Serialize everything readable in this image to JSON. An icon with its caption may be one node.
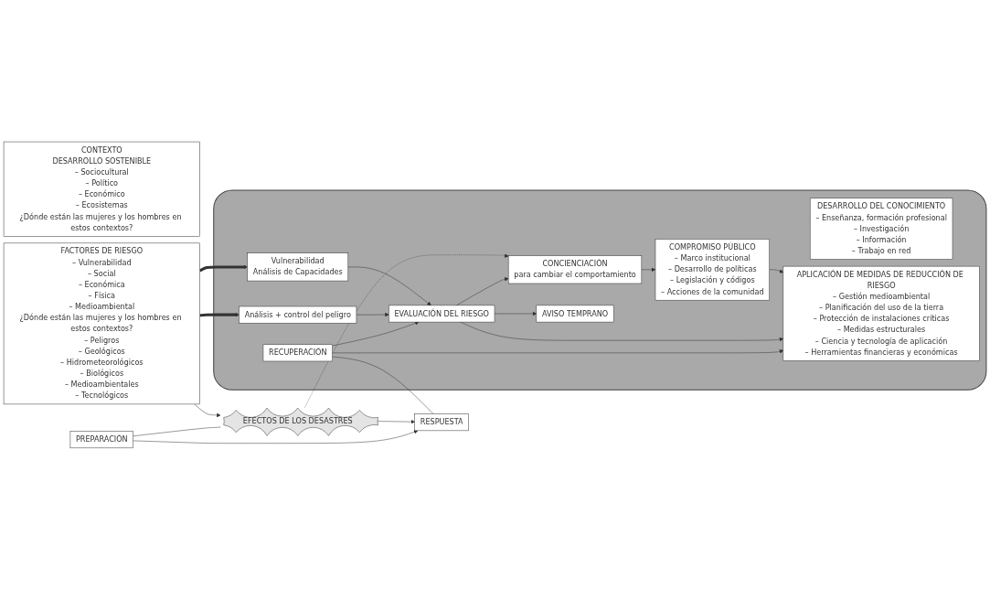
{
  "diagram": {
    "nodes": [
      {
        "text": [
          "CONTEXTO",
          "DESARROLLO SOSTENIBLE",
          "– Sociocultural",
          "– Político",
          "– Económico",
          "– Ecosistemas",
          "¿Dónde están las mujeres y los hombres en estos contextos?"
        ]
      },
      {
        "text": [
          "FACTORES DE RIESGO",
          "– Vulnerabilidad",
          "– Social",
          "– Económica",
          "– Física",
          "– Medioambiental",
          "¿Dónde están las mujeres y los hombres en estos contextos?",
          "– Peligros",
          "– Geológicos",
          "– Hidrometeorológicos",
          "– Biológicos",
          "– Medioambientales",
          "– Tecnológicos"
        ]
      },
      {
        "text": [],
        "shape": "box"
      },
      {
        "text": [
          "CONCIENCIACIÓN",
          "para cambiar el comportamiento"
        ],
        "in": 2
      },
      {
        "text": [
          "DESARROLLO DEL CONOCIMIENTO",
          "– Enseñanza, formación profesional",
          "– Investigación",
          "– Información",
          "– Trabajo en red"
        ],
        "in": 2
      },
      {
        "text": [
          "COMPROMISO PÚBLICO",
          "– Marco institucional",
          "– Desarrollo de políticas",
          "– Legislación y códigos",
          "– Acciones de la comunidad"
        ],
        "in": 2
      },
      {
        "text": [
          "Vulnerabilidad",
          "Análisis de Capacidades"
        ],
        "in": 2
      },
      {
        "text": [
          "EVALUACIÓN DEL RIESGO"
        ],
        "in": 2
      },
      {
        "text": [
          "Análisis + control del peligro"
        ],
        "in": 2
      },
      {
        "text": [
          "RECUPERACIÓN"
        ],
        "in": 2
      },
      {
        "text": [
          "RESPUESTA"
        ]
      },
      {
        "text": [
          "APLICACIÓN DE MEDIDAS DE REDUCCIÓN DE RIESGO",
          "– Gestión medioambiental",
          "– Planificación del uso de la tierra",
          "– Protección de instalaciones críticas",
          "– Medidas estructurales",
          "– Ciencia y tecnología de aplicación",
          "– Herramientas financieras y económicas"
        ],
        "in": 2
      },
      {
        "text": [
          "EFECTOS DE LOS DESASTRES"
        ]
      },
      {
        "text": [
          "PREPARACIÓN"
        ]
      },
      {
        "text": [
          "AVISO TEMPRANO"
        ],
        "in": 2
      }
    ],
    "edges": [
      {
        "from": 12,
        "to": 3,
        "arrow": "to",
        "style": "dashed"
      },
      {
        "from": 7,
        "to": 3,
        "arrow": "to"
      },
      {
        "from": 3,
        "to": 5,
        "arrow": "to"
      },
      {
        "from": 1,
        "to": 6,
        "arrow": "to",
        "style": "thick"
      },
      {
        "from": 1,
        "to": 8,
        "arrow": "to",
        "style": "thick"
      },
      {
        "from": 6,
        "to": 7,
        "arrow": "to"
      },
      {
        "from": 8,
        "to": 7,
        "arrow": "to"
      },
      {
        "from": 5,
        "to": 11,
        "arrow": "to"
      },
      {
        "from": 7,
        "to": 11,
        "arrow": "to"
      },
      {
        "from": 9,
        "to": 7,
        "arrow": "to"
      },
      {
        "from": 7,
        "to": 14,
        "arrow": "to"
      },
      {
        "from": 9,
        "to": 10,
        "arrow": "none"
      },
      {
        "from": 9,
        "to": 11,
        "arrow": "to"
      },
      {
        "from": 1,
        "to": 12,
        "arrow": "to"
      },
      {
        "from": 12,
        "to": 10,
        "arrow": "to"
      },
      {
        "from": 13,
        "to": 10,
        "arrow": "to"
      },
      {
        "from": 13,
        "to": 12,
        "arrow": "none"
      }
    ]
  }
}
